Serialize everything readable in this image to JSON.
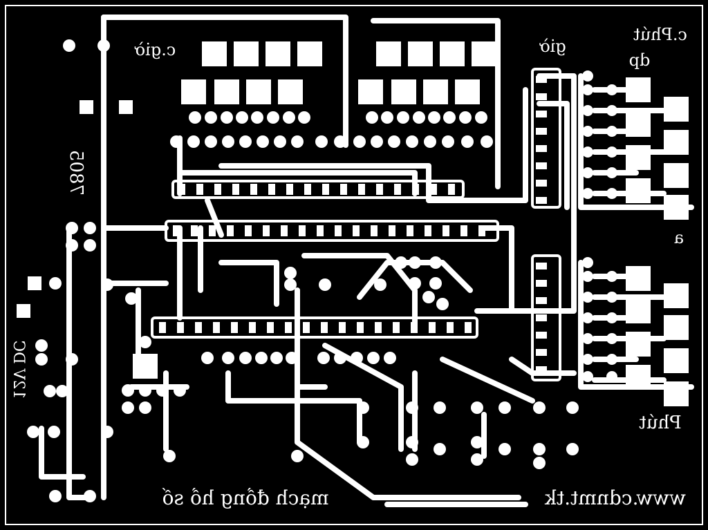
{
  "board": {
    "background": "#000000",
    "copper": "#ffffff"
  },
  "labels": {
    "c_gio": "c.giờ",
    "gio": "giờ",
    "c_phut": "c.Phút",
    "dp": "dp",
    "a": "a",
    "phut": "Phút",
    "reg_7805": "7805",
    "power_12v": "12V DC",
    "title": "mạch đồng hồ số",
    "website": "www.cdnmt.tk"
  }
}
